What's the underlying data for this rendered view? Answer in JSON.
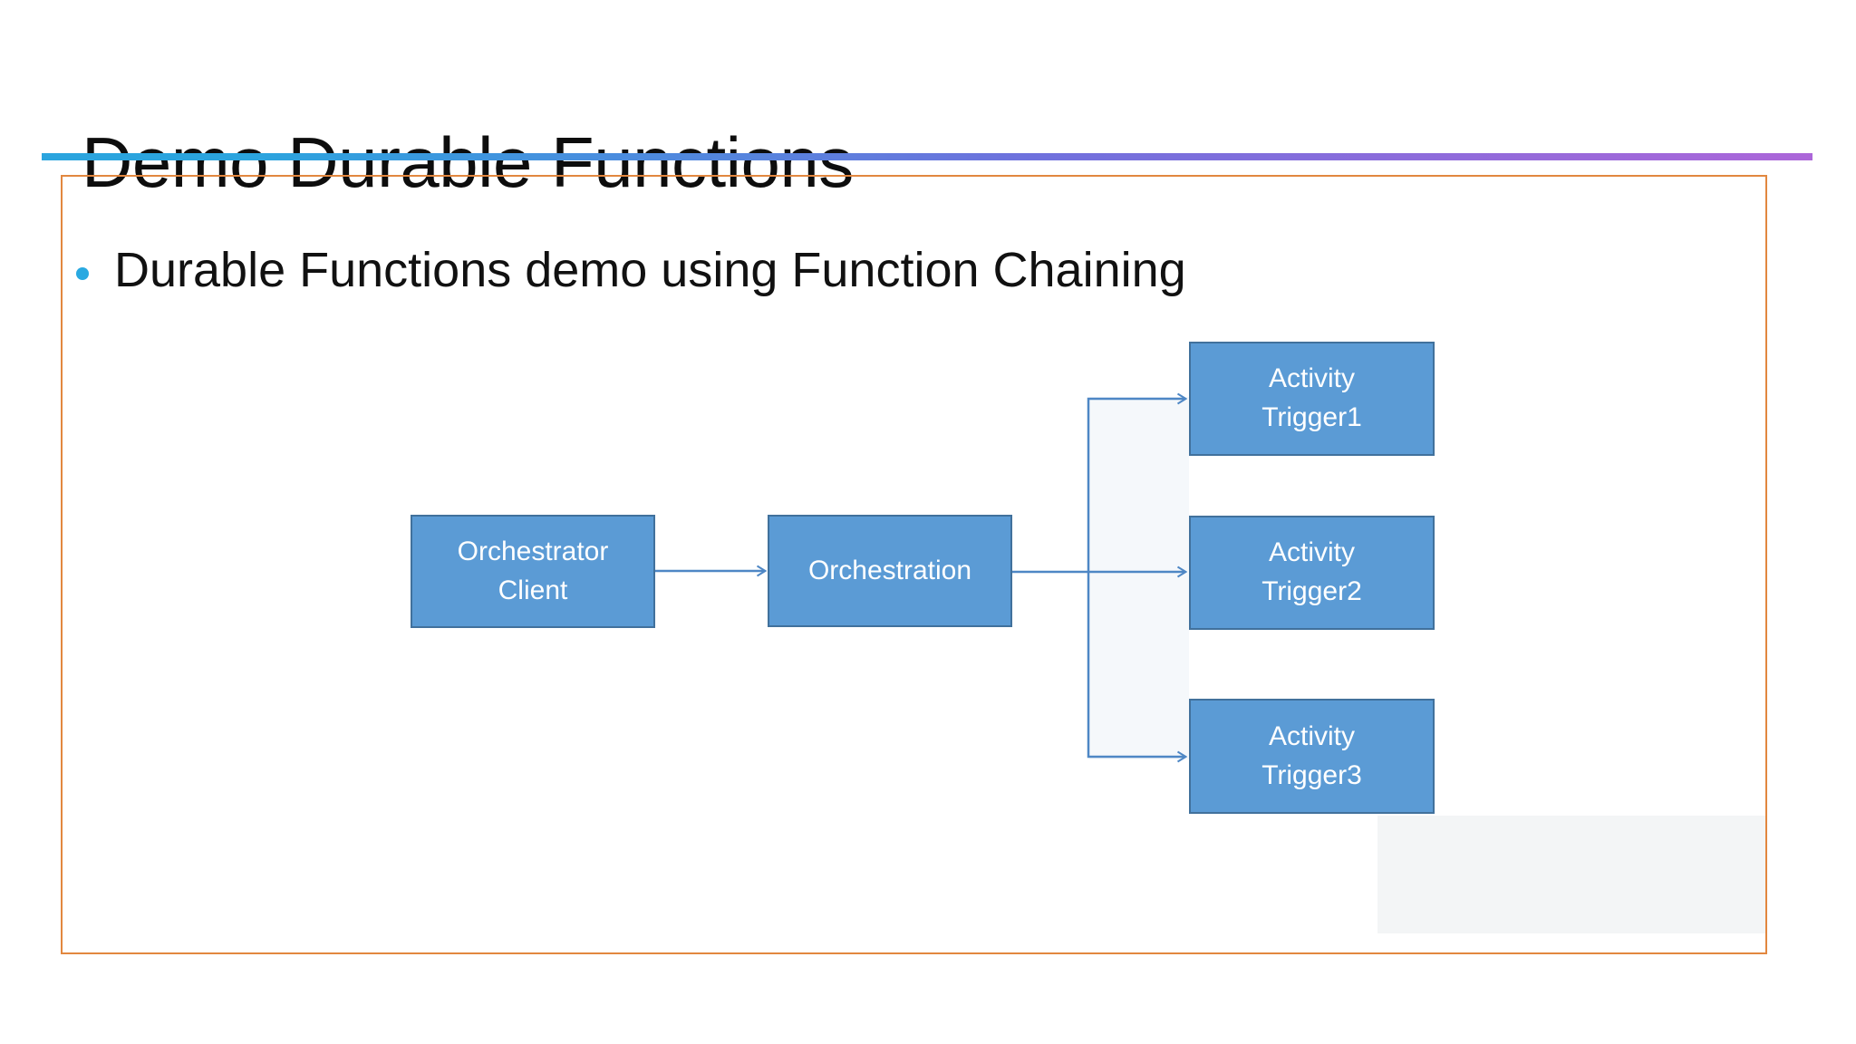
{
  "slide": {
    "title": "Demo Durable Functions",
    "bullet": "Durable Functions demo using Function Chaining"
  },
  "diagram": {
    "nodes": [
      {
        "id": "orchestrator-client",
        "label": "Orchestrator Client",
        "lines": [
          "Orchestrator",
          "Client"
        ]
      },
      {
        "id": "orchestration",
        "label": "Orchestration",
        "lines": [
          "Orchestration"
        ]
      },
      {
        "id": "activity-trigger-1",
        "label": "Activity Trigger1",
        "lines": [
          "Activity",
          "Trigger1"
        ]
      },
      {
        "id": "activity-trigger-2",
        "label": "Activity Trigger2",
        "lines": [
          "Activity",
          "Trigger2"
        ]
      },
      {
        "id": "activity-trigger-3",
        "label": "Activity Trigger3",
        "lines": [
          "Activity",
          "Trigger3"
        ]
      }
    ],
    "edges": [
      {
        "from": "orchestrator-client",
        "to": "orchestration"
      },
      {
        "from": "orchestration",
        "to": "activity-trigger-1"
      },
      {
        "from": "orchestration",
        "to": "activity-trigger-2"
      },
      {
        "from": "orchestration",
        "to": "activity-trigger-3"
      }
    ]
  },
  "colors": {
    "title_text": "#0d0d0d",
    "body_text": "#111111",
    "bullet_dot": "#29a9e1",
    "box_fill": "#5b9bd5",
    "box_border": "#41719c",
    "box_text": "#ffffff",
    "connector": "#4e87c5",
    "frame_border": "#e2873f",
    "grad_start": "#2ba4de",
    "grad_mid": "#6f71dd",
    "grad_end": "#ac66d9"
  }
}
